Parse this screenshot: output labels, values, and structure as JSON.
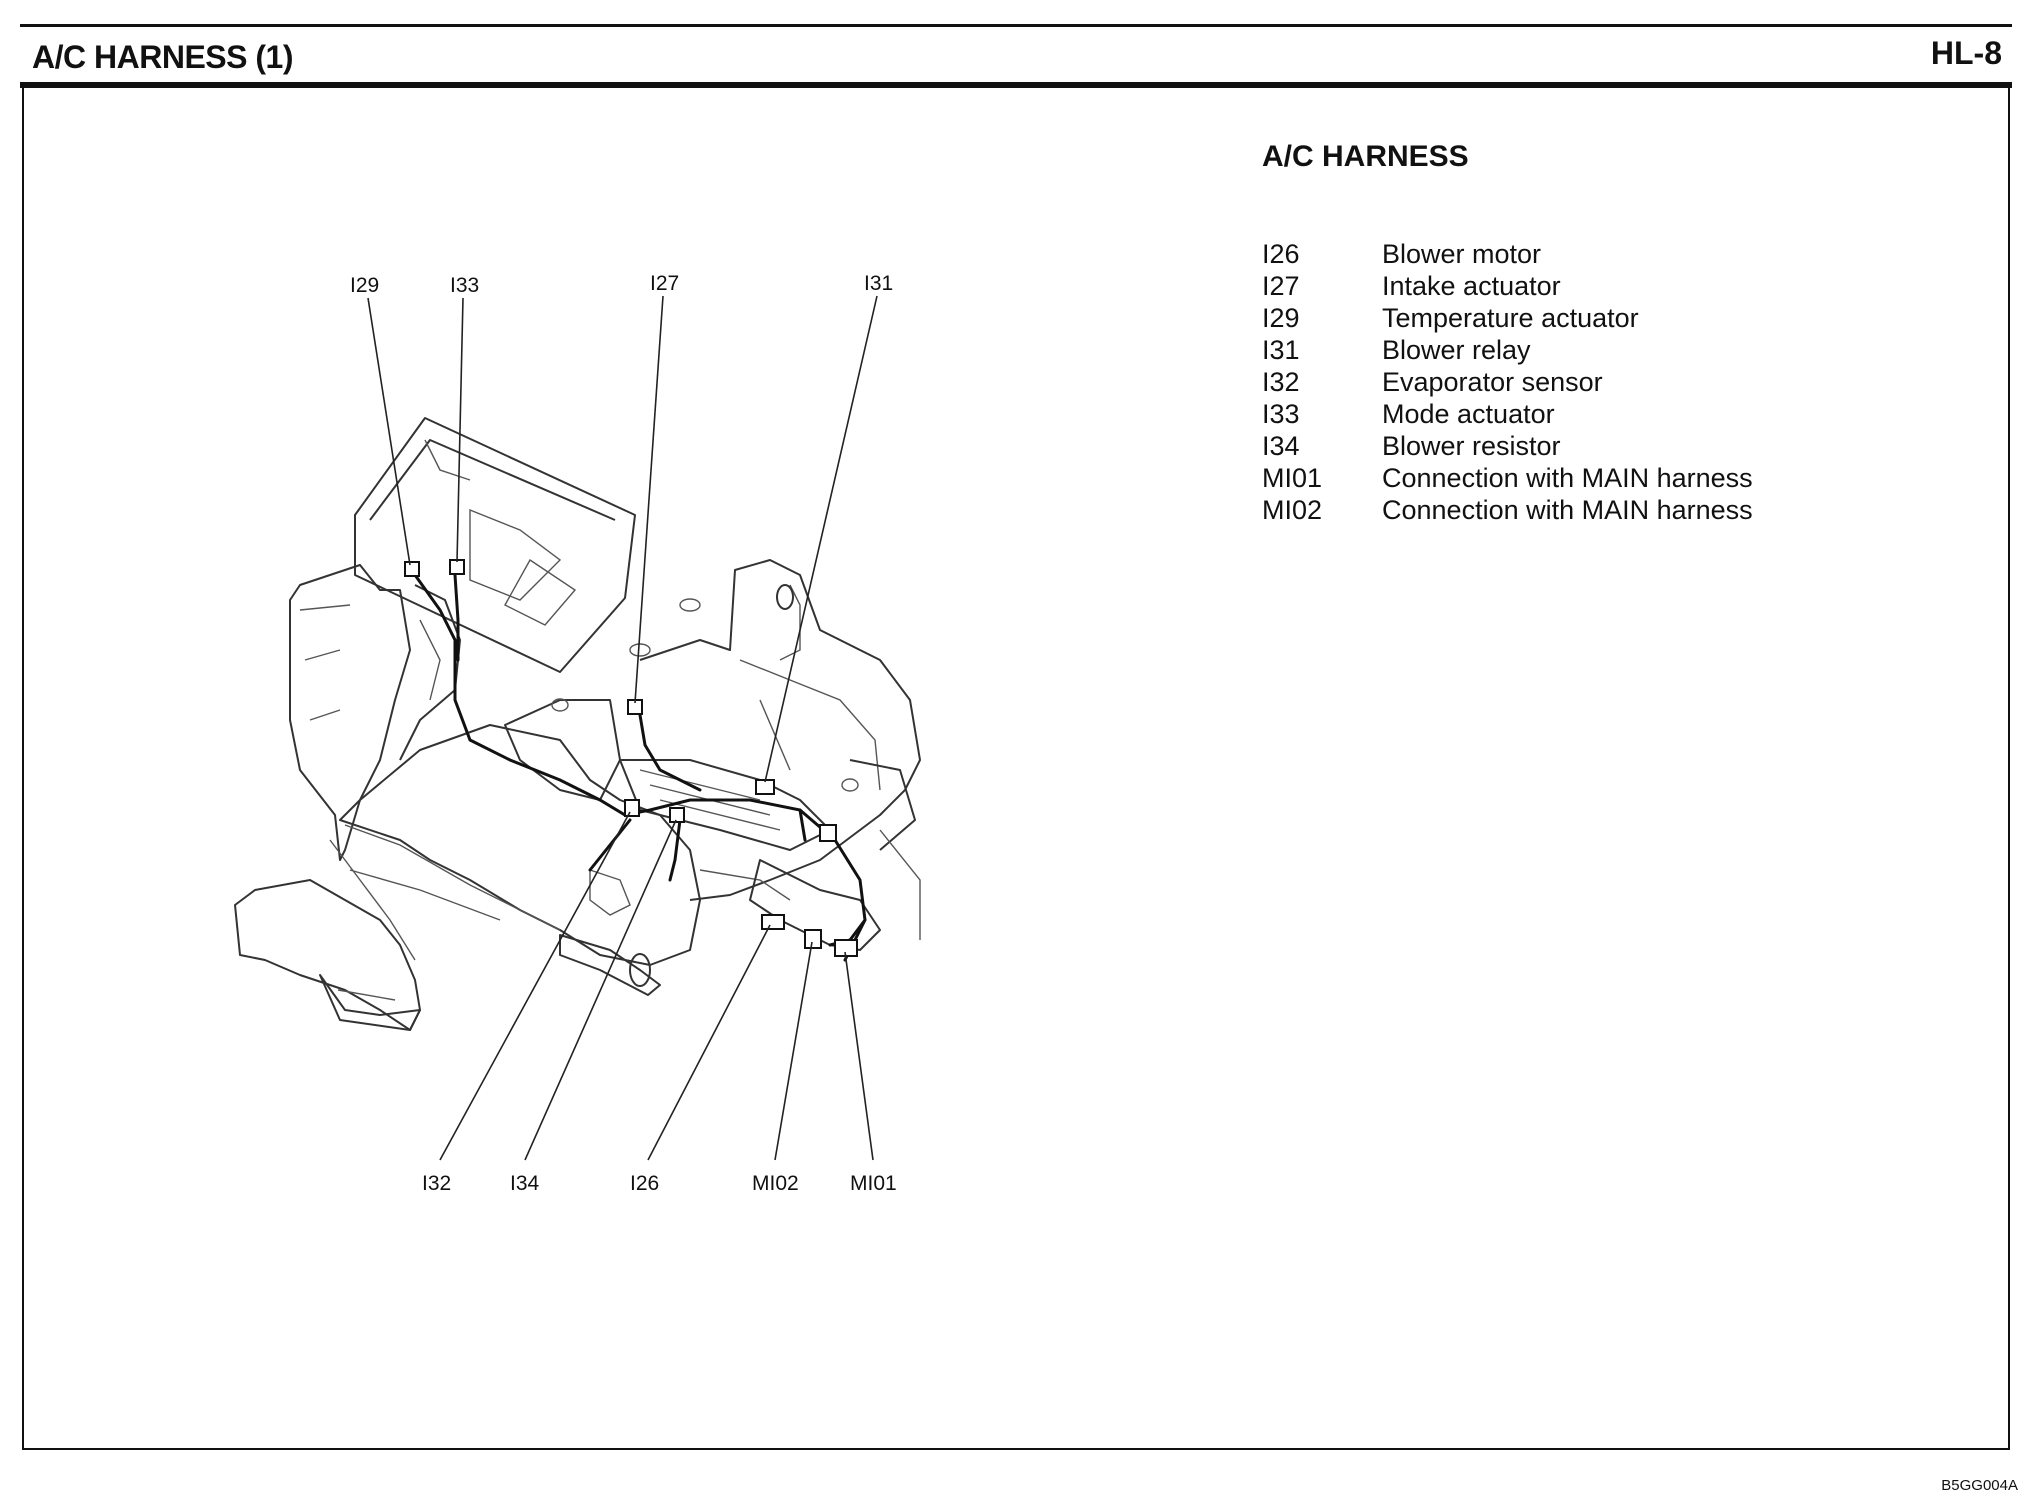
{
  "header": {
    "title": "A/C HARNESS (1)",
    "page_id": "HL-8"
  },
  "legend": {
    "title": "A/C HARNESS",
    "items": [
      {
        "code": "I26",
        "description": "Blower motor"
      },
      {
        "code": "I27",
        "description": "Intake actuator"
      },
      {
        "code": "I29",
        "description": "Temperature actuator"
      },
      {
        "code": "I31",
        "description": "Blower relay"
      },
      {
        "code": "I32",
        "description": "Evaporator sensor"
      },
      {
        "code": "I33",
        "description": "Mode actuator"
      },
      {
        "code": "I34",
        "description": "Blower resistor"
      },
      {
        "code": "MI01",
        "description": "Connection with MAIN harness"
      },
      {
        "code": "MI02",
        "description": "Connection with MAIN harness"
      }
    ]
  },
  "callouts": {
    "i29": "I29",
    "i33": "I33",
    "i27": "I27",
    "i31": "I31",
    "i32": "I32",
    "i34": "I34",
    "i26": "I26",
    "mi02": "MI02",
    "mi01": "MI01"
  },
  "footer": {
    "figure_code": "B5GG004A"
  }
}
